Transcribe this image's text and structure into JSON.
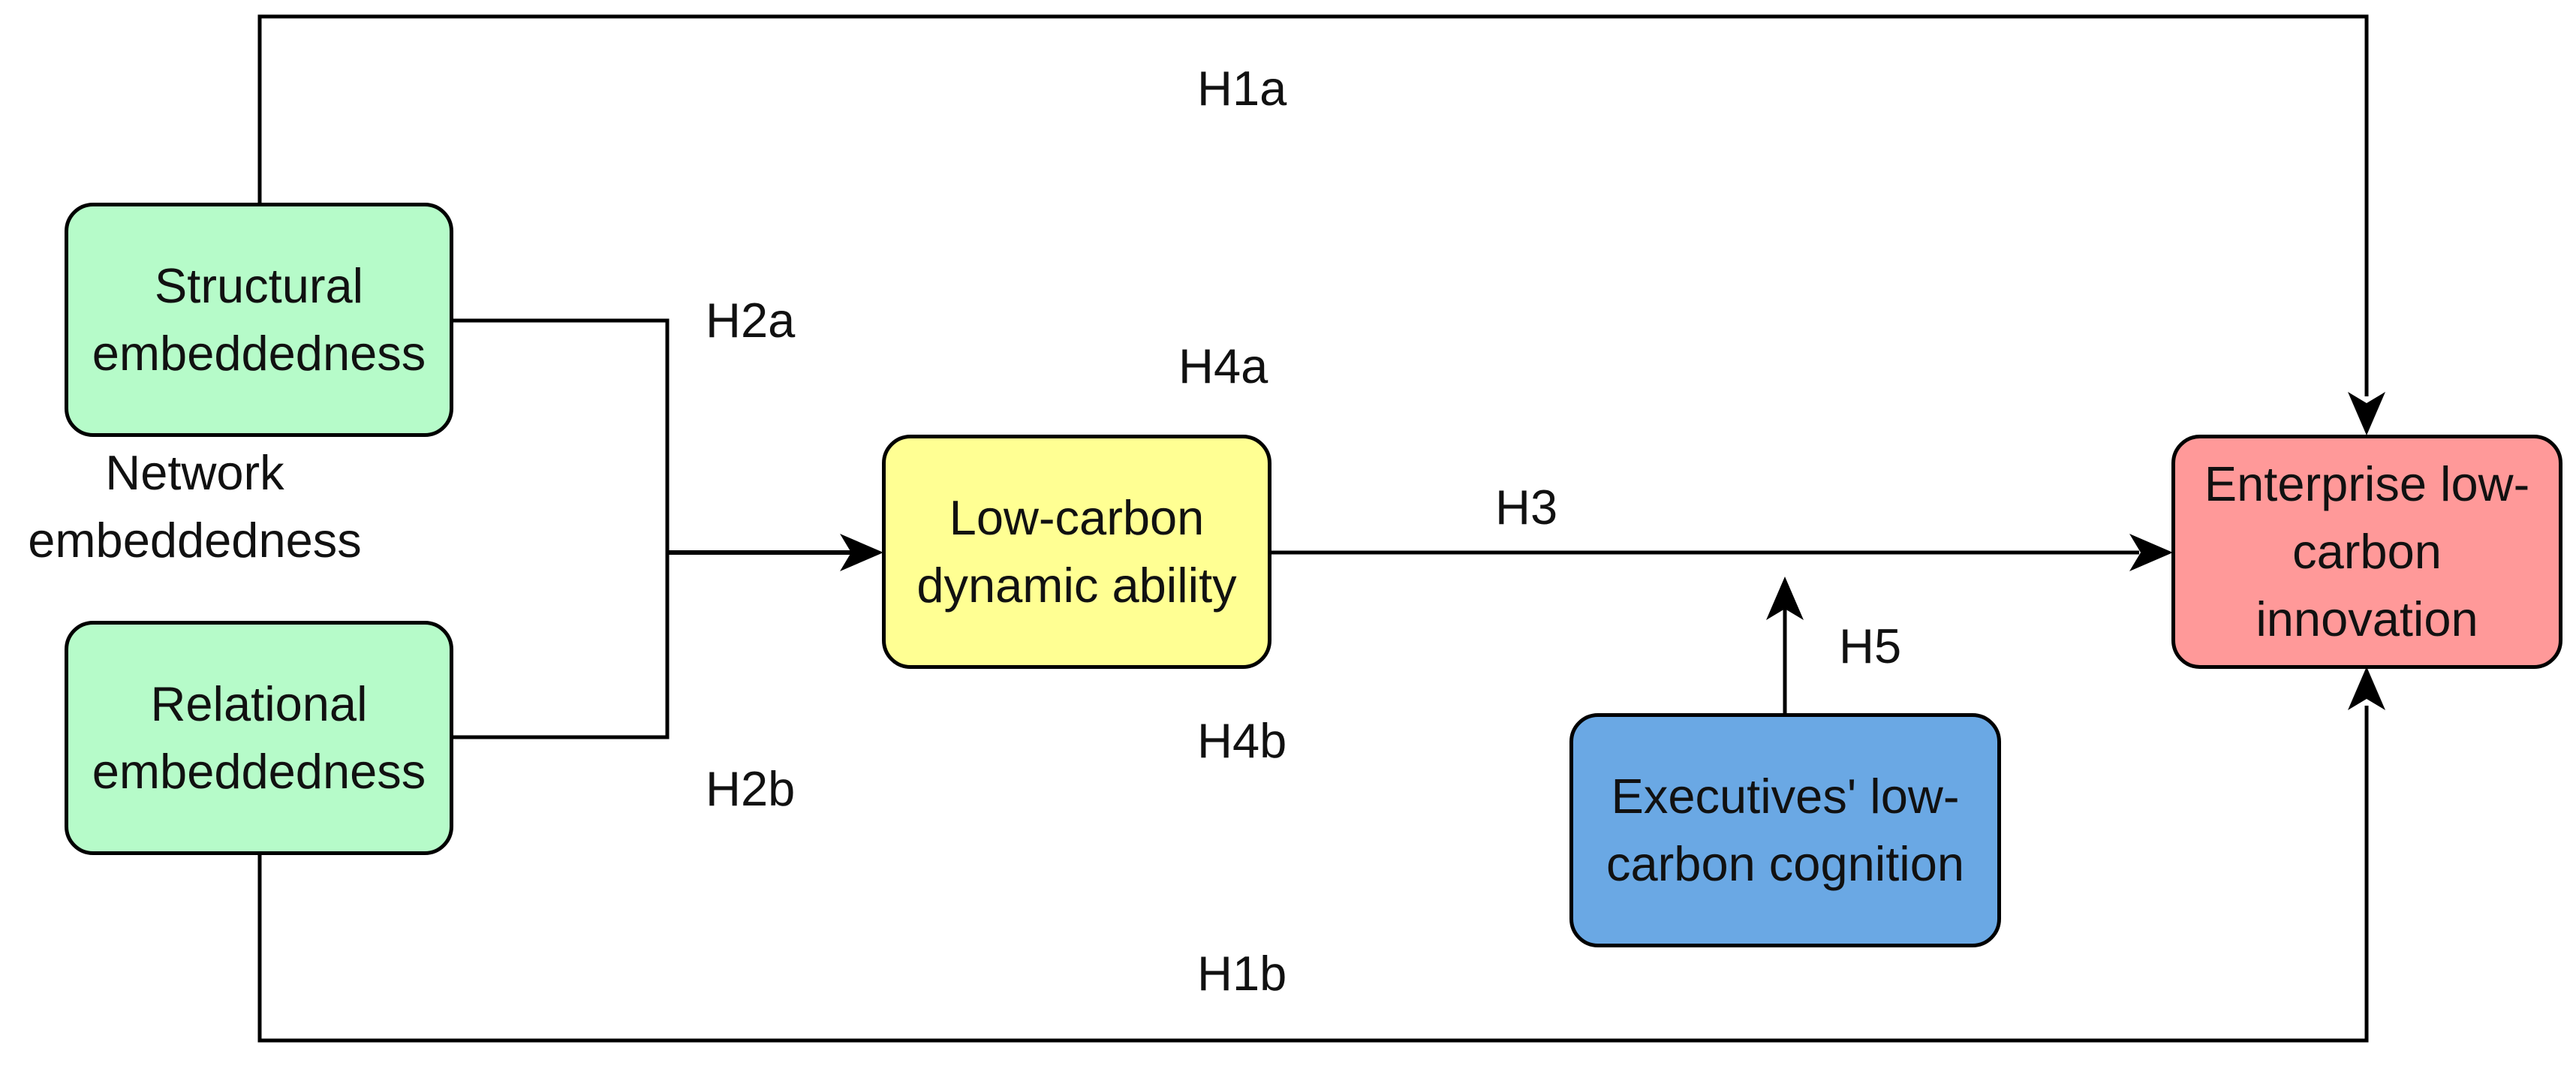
{
  "nodes": {
    "structural": {
      "text": "Structural embeddedness",
      "color": "#b6fbc9"
    },
    "relational": {
      "text": "Relational embeddedness",
      "color": "#b6fbc9"
    },
    "dynamic": {
      "text": "Low-carbon dynamic ability",
      "color": "#ffff93"
    },
    "cognition": {
      "text": "Executives' low-carbon cognition",
      "color": "#6aa8e4"
    },
    "innovation": {
      "text": "Enterprise low-carbon innovation",
      "color": "#ff9999"
    }
  },
  "group_label": {
    "line1": "Network",
    "line2": "embeddedness"
  },
  "hypotheses": {
    "h1a": "H1a",
    "h1b": "H1b",
    "h2a": "H2a",
    "h2b": "H2b",
    "h3": "H3",
    "h4a": "H4a",
    "h4b": "H4b",
    "h5": "H5"
  }
}
